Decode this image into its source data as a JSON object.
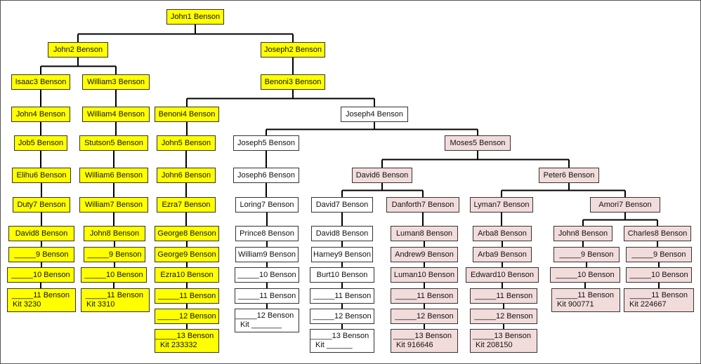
{
  "colors": {
    "yellow": "#ffff00",
    "white": "#ffffff",
    "pink": "#f2dcdb",
    "line": "#000000"
  },
  "nodes": {
    "john1": {
      "name": "John1 Benson",
      "color": "yellow"
    },
    "john2": {
      "name": "John2 Benson",
      "color": "yellow"
    },
    "joseph2": {
      "name": "Joseph2 Benson",
      "color": "yellow"
    },
    "isaac3": {
      "name": "Isaac3 Benson",
      "color": "yellow"
    },
    "william3": {
      "name": "William3 Benson",
      "color": "yellow"
    },
    "benoni3": {
      "name": "Benoni3 Benson",
      "color": "yellow"
    },
    "john4": {
      "name": "John4 Benson",
      "color": "yellow"
    },
    "william4": {
      "name": "William4 Benson",
      "color": "yellow"
    },
    "benoni4": {
      "name": "Benoni4 Benson",
      "color": "yellow"
    },
    "joseph4": {
      "name": "Joseph4 Benson",
      "color": "white"
    },
    "job5": {
      "name": "Job5 Benson",
      "color": "yellow"
    },
    "stutson5": {
      "name": "Stutson5 Benson",
      "color": "yellow"
    },
    "john5": {
      "name": "John5 Benson",
      "color": "yellow"
    },
    "joseph5": {
      "name": "Joseph5 Benson",
      "color": "white"
    },
    "moses5": {
      "name": "Moses5 Benson",
      "color": "pink"
    },
    "elihu6": {
      "name": "Elihu6 Benson",
      "color": "yellow"
    },
    "william6": {
      "name": "William6 Benson",
      "color": "yellow"
    },
    "john6": {
      "name": "John6 Benson",
      "color": "yellow"
    },
    "joseph6": {
      "name": "Joseph6 Benson",
      "color": "white"
    },
    "david6": {
      "name": "David6 Benson",
      "color": "pink"
    },
    "peter6": {
      "name": "Peter6 Benson",
      "color": "pink"
    },
    "duty7": {
      "name": "Duty7 Benson",
      "color": "yellow"
    },
    "william7": {
      "name": "William7 Benson",
      "color": "yellow"
    },
    "ezra7": {
      "name": "Ezra7 Benson",
      "color": "yellow"
    },
    "loring7": {
      "name": "Loring7 Benson",
      "color": "white"
    },
    "david7": {
      "name": "David7 Benson",
      "color": "white"
    },
    "danforth7": {
      "name": "Danforth7 Benson",
      "color": "pink"
    },
    "lyman7": {
      "name": "Lyman7 Benson",
      "color": "pink"
    },
    "amori7": {
      "name": "Amori7 Benson",
      "color": "pink"
    },
    "david8a": {
      "name": "David8 Benson",
      "color": "yellow"
    },
    "john8a": {
      "name": "John8 Benson",
      "color": "yellow"
    },
    "george8": {
      "name": "George8 Benson",
      "color": "yellow"
    },
    "prince8": {
      "name": "Prince8 Benson",
      "color": "white"
    },
    "david8b": {
      "name": "David8 Benson",
      "color": "white"
    },
    "luman8": {
      "name": "Luman8 Benson",
      "color": "pink"
    },
    "arba8": {
      "name": "Arba8 Benson",
      "color": "pink"
    },
    "john8b": {
      "name": "John8 Benson",
      "color": "pink"
    },
    "charles8": {
      "name": "Charles8 Benson",
      "color": "pink"
    },
    "a9": {
      "name": "_____9 Benson",
      "color": "yellow"
    },
    "b9": {
      "name": "_____9 Benson",
      "color": "yellow"
    },
    "george9": {
      "name": "George9 Benson",
      "color": "yellow"
    },
    "william9": {
      "name": "William9 Benson",
      "color": "white"
    },
    "harney9": {
      "name": "Harney9 Benson",
      "color": "white"
    },
    "andrew9": {
      "name": "Andrew9 Benson",
      "color": "pink"
    },
    "arba9": {
      "name": "Arba9 Benson",
      "color": "pink"
    },
    "g9": {
      "name": "_____9 Benson",
      "color": "pink"
    },
    "h9": {
      "name": "_____9 Benson",
      "color": "pink"
    },
    "a10": {
      "name": "_____10 Benson",
      "color": "yellow"
    },
    "b10": {
      "name": "_____10 Benson",
      "color": "yellow"
    },
    "ezra10": {
      "name": "Ezra10 Benson",
      "color": "yellow"
    },
    "d10": {
      "name": "_____10 Benson",
      "color": "white"
    },
    "burt10": {
      "name": "Burt10 Benson",
      "color": "white"
    },
    "luman10": {
      "name": "Luman10 Benson",
      "color": "pink"
    },
    "edward10": {
      "name": "Edward10 Benson",
      "color": "pink"
    },
    "g10": {
      "name": "_____10 Benson",
      "color": "pink"
    },
    "h10": {
      "name": "_____10 Benson",
      "color": "pink"
    },
    "a11": {
      "name": "_____11 Benson",
      "kit": "Kit 3230",
      "color": "yellow"
    },
    "b11": {
      "name": "_____11 Benson",
      "kit": "Kit 3310",
      "color": "yellow"
    },
    "c11": {
      "name": "_____11 Benson",
      "color": "yellow"
    },
    "d11": {
      "name": "_____11 Benson",
      "color": "white"
    },
    "e11": {
      "name": "_____11 Benson",
      "color": "white"
    },
    "f11": {
      "name": "_____11 Benson",
      "color": "pink"
    },
    "i11": {
      "name": "_____11 Benson",
      "color": "pink"
    },
    "g11": {
      "name": "_____11 Benson",
      "kit": "Kit 900771",
      "color": "pink"
    },
    "h11": {
      "name": "_____11 Benson",
      "kit": "Kit 224667",
      "color": "pink"
    },
    "c12": {
      "name": "_____12 Benson",
      "color": "yellow"
    },
    "d12": {
      "name": "_____12 Benson",
      "kit": "Kit _______",
      "color": "white"
    },
    "e12": {
      "name": "_____12 Benson",
      "color": "white"
    },
    "f12": {
      "name": "_____12 Benson",
      "color": "pink"
    },
    "i12": {
      "name": "_____12 Benson",
      "color": "pink"
    },
    "c13": {
      "name": "_____13 Benson",
      "kit": "Kit 233332",
      "color": "yellow"
    },
    "e13": {
      "name": "_____13 Benson",
      "kit": "Kit ______",
      "color": "white"
    },
    "f13": {
      "name": "_____13 Benson",
      "kit": "Kit 916646",
      "color": "pink"
    },
    "i13": {
      "name": "_____13 Benson",
      "kit": "Kit 208150",
      "color": "pink"
    }
  },
  "edges": [
    [
      "john1",
      "john2"
    ],
    [
      "john1",
      "joseph2"
    ],
    [
      "john2",
      "isaac3"
    ],
    [
      "john2",
      "william3"
    ],
    [
      "joseph2",
      "benoni3"
    ],
    [
      "benoni3",
      "benoni4"
    ],
    [
      "benoni3",
      "joseph4"
    ],
    [
      "joseph4",
      "joseph5"
    ],
    [
      "joseph4",
      "moses5"
    ],
    [
      "moses5",
      "david6"
    ],
    [
      "moses5",
      "peter6"
    ],
    [
      "david6",
      "david7"
    ],
    [
      "david6",
      "danforth7"
    ],
    [
      "peter6",
      "lyman7"
    ],
    [
      "peter6",
      "amori7"
    ],
    [
      "amori7",
      "john8b"
    ],
    [
      "amori7",
      "charles8"
    ],
    [
      "isaac3",
      "john4"
    ],
    [
      "john4",
      "job5"
    ],
    [
      "job5",
      "elihu6"
    ],
    [
      "elihu6",
      "duty7"
    ],
    [
      "duty7",
      "david8a"
    ],
    [
      "david8a",
      "a9"
    ],
    [
      "a9",
      "a10"
    ],
    [
      "a10",
      "a11"
    ],
    [
      "william3",
      "william4"
    ],
    [
      "william4",
      "stutson5"
    ],
    [
      "stutson5",
      "william6"
    ],
    [
      "william6",
      "william7"
    ],
    [
      "william7",
      "john8a"
    ],
    [
      "john8a",
      "b9"
    ],
    [
      "b9",
      "b10"
    ],
    [
      "b10",
      "b11"
    ],
    [
      "benoni4",
      "john5"
    ],
    [
      "john5",
      "john6"
    ],
    [
      "john6",
      "ezra7"
    ],
    [
      "ezra7",
      "george8"
    ],
    [
      "george8",
      "george9"
    ],
    [
      "george9",
      "ezra10"
    ],
    [
      "ezra10",
      "c11"
    ],
    [
      "c11",
      "c12"
    ],
    [
      "c12",
      "c13"
    ],
    [
      "joseph5",
      "joseph6"
    ],
    [
      "joseph6",
      "loring7"
    ],
    [
      "loring7",
      "prince8"
    ],
    [
      "prince8",
      "william9"
    ],
    [
      "william9",
      "d10"
    ],
    [
      "d10",
      "d11"
    ],
    [
      "d11",
      "d12"
    ],
    [
      "david7",
      "david8b"
    ],
    [
      "david8b",
      "harney9"
    ],
    [
      "harney9",
      "burt10"
    ],
    [
      "burt10",
      "e11"
    ],
    [
      "e11",
      "e12"
    ],
    [
      "e12",
      "e13"
    ],
    [
      "danforth7",
      "luman8"
    ],
    [
      "luman8",
      "andrew9"
    ],
    [
      "andrew9",
      "luman10"
    ],
    [
      "luman10",
      "f11"
    ],
    [
      "f11",
      "f12"
    ],
    [
      "f12",
      "f13"
    ],
    [
      "lyman7",
      "arba8"
    ],
    [
      "arba8",
      "arba9"
    ],
    [
      "arba9",
      "edward10"
    ],
    [
      "edward10",
      "i11"
    ],
    [
      "i11",
      "i12"
    ],
    [
      "i12",
      "i13"
    ],
    [
      "john8b",
      "g9"
    ],
    [
      "g9",
      "g10"
    ],
    [
      "g10",
      "g11"
    ],
    [
      "charles8",
      "h9"
    ],
    [
      "h9",
      "h10"
    ],
    [
      "h10",
      "h11"
    ]
  ]
}
